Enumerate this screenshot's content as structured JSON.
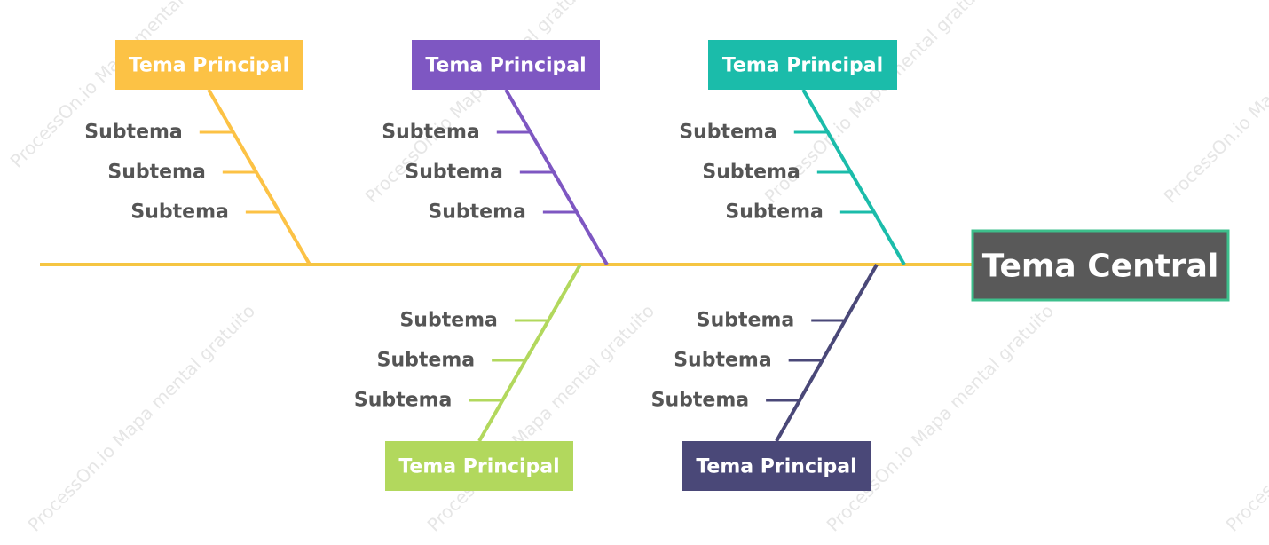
{
  "central": {
    "label": "Tema Central",
    "fill": "#595959",
    "border": "#3dbf8c"
  },
  "spine_color": "#f5c542",
  "watermark": "ProcessOn.io Mapa mental gratuito",
  "branches": [
    {
      "id": "top-1",
      "label": "Tema Principal",
      "color": "#fcc245",
      "subtopics": [
        "Subtema",
        "Subtema",
        "Subtema"
      ]
    },
    {
      "id": "top-2",
      "label": "Tema Principal",
      "color": "#7e57c2",
      "subtopics": [
        "Subtema",
        "Subtema",
        "Subtema"
      ]
    },
    {
      "id": "top-3",
      "label": "Tema Principal",
      "color": "#1bbcaa",
      "subtopics": [
        "Subtema",
        "Subtema",
        "Subtema"
      ]
    },
    {
      "id": "bottom-1",
      "label": "Tema Principal",
      "color": "#b2d85d",
      "subtopics": [
        "Subtema",
        "Subtema",
        "Subtema"
      ]
    },
    {
      "id": "bottom-2",
      "label": "Tema Principal",
      "color": "#4a4878",
      "subtopics": [
        "Subtema",
        "Subtema",
        "Subtema"
      ]
    }
  ]
}
